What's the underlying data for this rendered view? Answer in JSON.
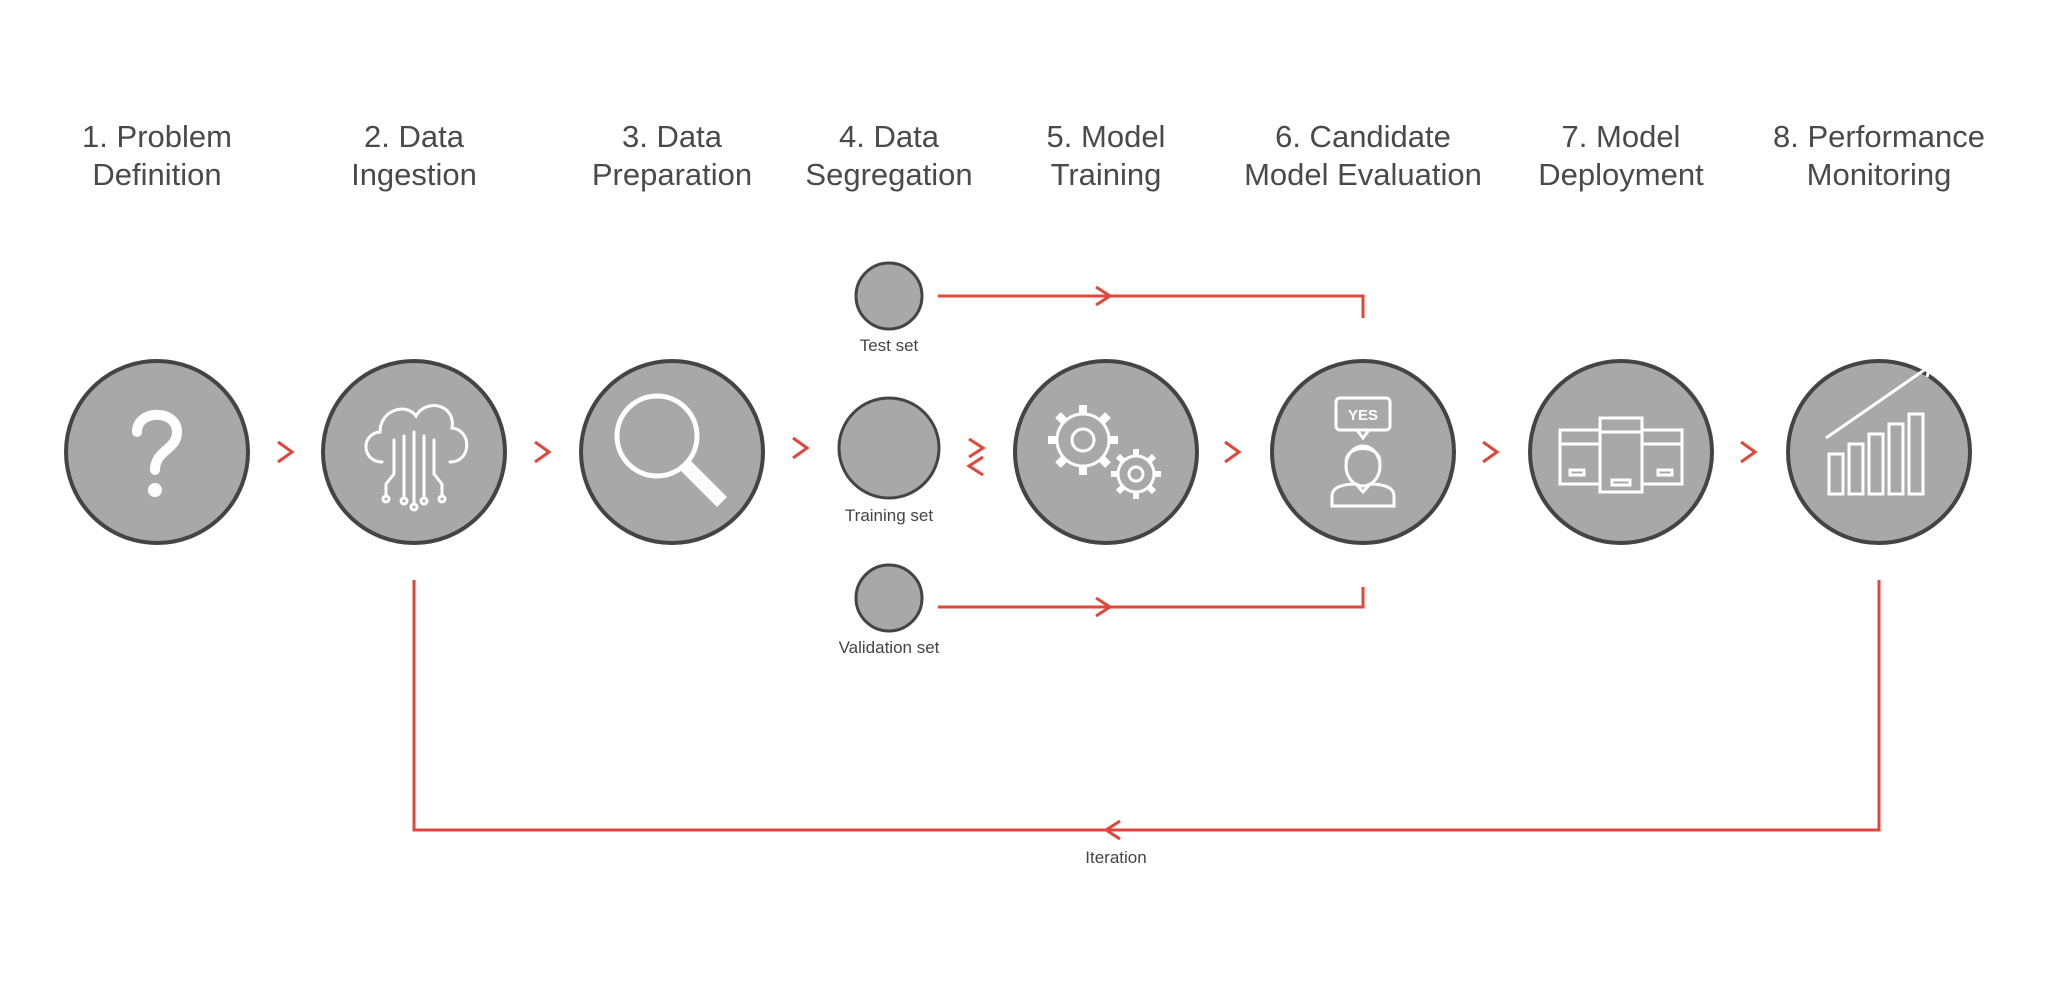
{
  "colors": {
    "circle_fill": "#a8a8a8",
    "circle_stroke": "#444444",
    "icon": "#ffffff",
    "arrow": "#e2463a",
    "text": "#4a4a4a"
  },
  "steps": [
    {
      "line1": "1. Problem",
      "line2": "Definition",
      "icon": "question-mark-icon"
    },
    {
      "line1": "2. Data",
      "line2": "Ingestion",
      "icon": "cloud-circuit-icon"
    },
    {
      "line1": "3. Data",
      "line2": "Preparation",
      "icon": "magnifier-icon"
    },
    {
      "line1": "4. Data",
      "line2": "Segregation",
      "icon": "data-split-icon"
    },
    {
      "line1": "5. Model",
      "line2": "Training",
      "icon": "gears-icon"
    },
    {
      "line1": "6. Candidate",
      "line2": "Model Evaluation",
      "icon": "person-yes-icon"
    },
    {
      "line1": "7. Model",
      "line2": "Deployment",
      "icon": "servers-icon"
    },
    {
      "line1": "8. Performance",
      "line2": "Monitoring",
      "icon": "bar-chart-icon"
    }
  ],
  "sets": {
    "test": "Test set",
    "training": "Training set",
    "validation": "Validation set"
  },
  "badge": "YES",
  "iteration_label": "Iteration"
}
